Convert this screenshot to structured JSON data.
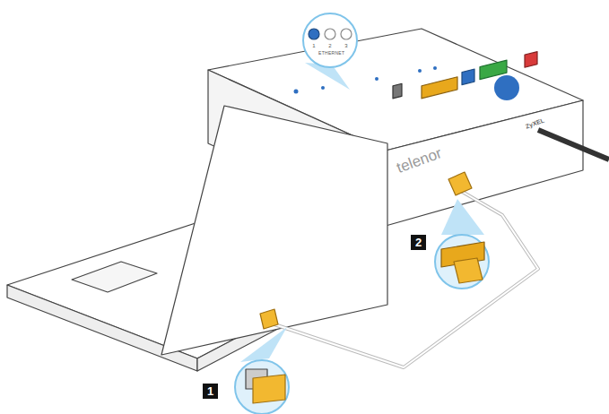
{
  "diagram": {
    "labels": [
      "1",
      "2",
      "3",
      "ETHERNET",
      "telenor",
      "ZyXEL",
      "2",
      "1"
    ]
  }
}
